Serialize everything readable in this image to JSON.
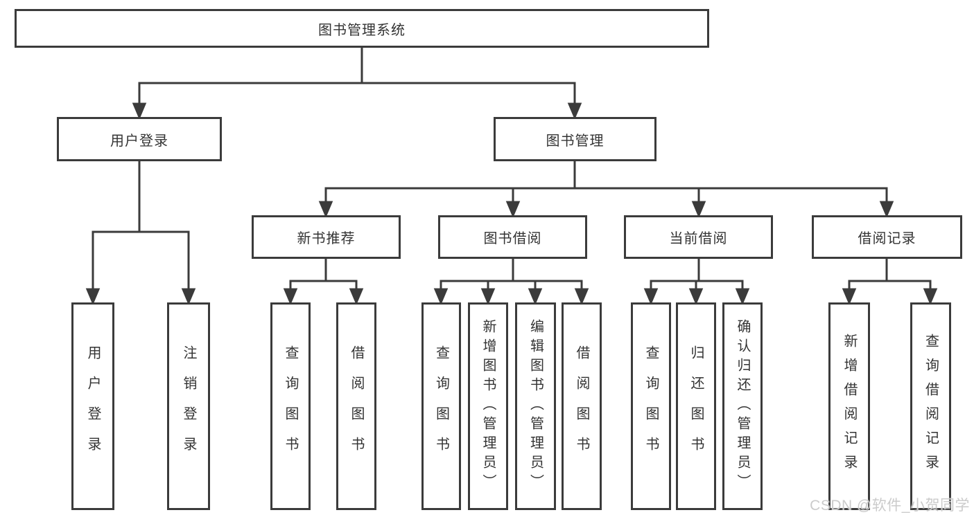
{
  "diagram": {
    "root": {
      "label": "图书管理系统",
      "children": [
        {
          "label": "用户登录",
          "children": [
            {
              "label": "用户登录"
            },
            {
              "label": "注销登录"
            }
          ]
        },
        {
          "label": "图书管理",
          "children": [
            {
              "label": "新书推荐",
              "children": [
                {
                  "label": "查询图书"
                },
                {
                  "label": "借阅图书"
                }
              ]
            },
            {
              "label": "图书借阅",
              "children": [
                {
                  "label": "查询图书"
                },
                {
                  "label": "新增图书（管理员）"
                },
                {
                  "label": "编辑图书（管理员）"
                },
                {
                  "label": "借阅图书"
                }
              ]
            },
            {
              "label": "当前借阅",
              "children": [
                {
                  "label": "查询图书"
                },
                {
                  "label": "归还图书"
                },
                {
                  "label": "确认归还（管理员）"
                }
              ]
            },
            {
              "label": "借阅记录",
              "children": [
                {
                  "label": "新增借阅记录"
                },
                {
                  "label": "查询借阅记录"
                }
              ]
            }
          ]
        }
      ]
    }
  },
  "watermark": "CSDN @软件_小贺同学",
  "colors": {
    "line": "#3b3b3b",
    "text": "#333333",
    "background": "#ffffff",
    "watermark": "#cbcbcb"
  }
}
